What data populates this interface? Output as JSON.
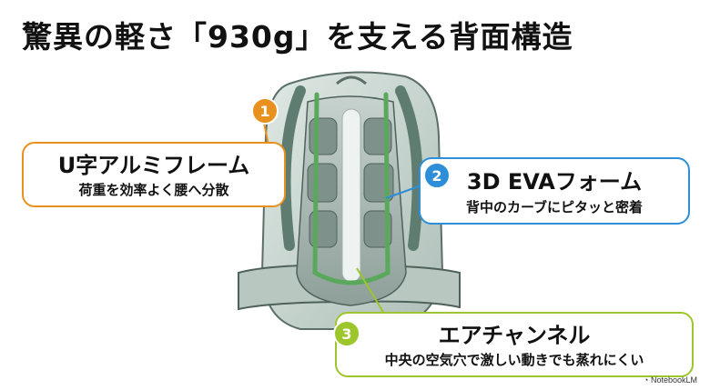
{
  "title": "驚異の軽さ「930g」を支える背面構造",
  "callouts": [
    {
      "number": "1",
      "title": "U字アルミフレーム",
      "subtitle": "荷重を効率よく腰へ分散",
      "color": "#E8911E"
    },
    {
      "number": "2",
      "title": "3D EVAフォーム",
      "subtitle": "背中のカーブにピタッと密着",
      "color": "#2E8FD8"
    },
    {
      "number": "3",
      "title": "エアチャンネル",
      "subtitle": "中央の空気穴で激しい動きでも蒸れにくい",
      "color": "#9CC62B"
    }
  ],
  "footer": {
    "brand": "NotebookLM"
  }
}
